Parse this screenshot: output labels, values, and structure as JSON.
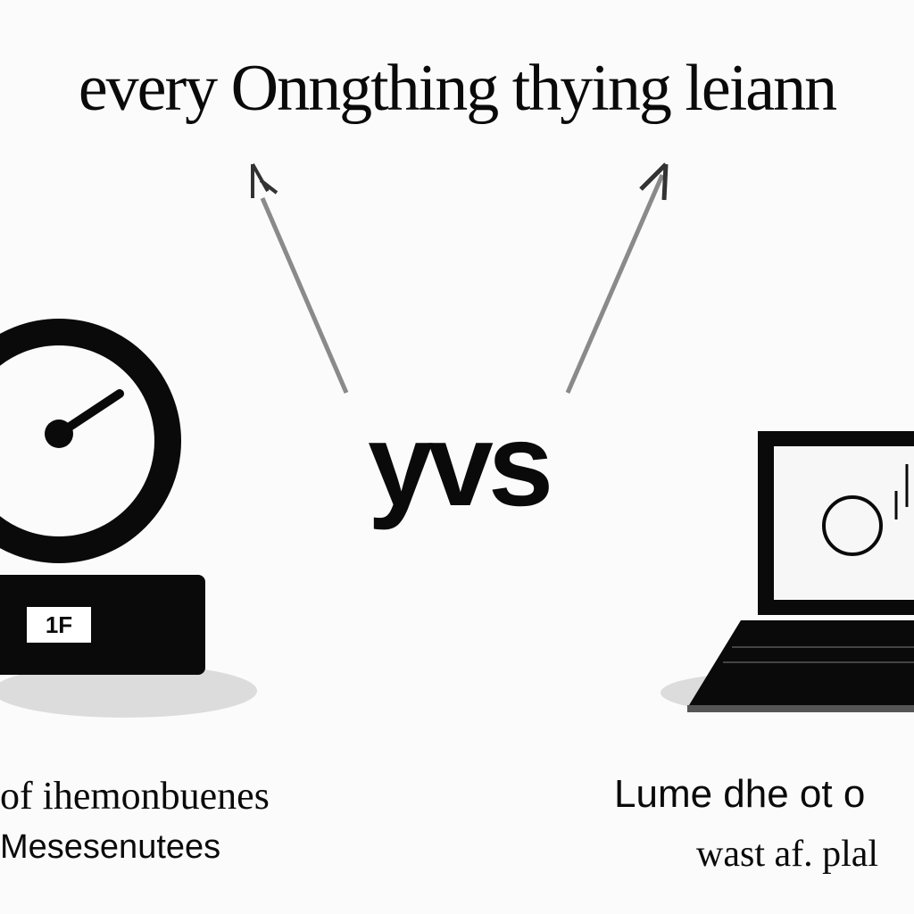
{
  "title": "every Onngthing thying leiann",
  "center_label": "yvs",
  "left_item": {
    "icon": "gauge-icon",
    "base_label": "1F",
    "caption_line1": "of ihemonbuenes",
    "caption_line2": "Mesesenutees"
  },
  "right_item": {
    "icon": "laptop-icon",
    "caption_line1": "Lume dhe ot o",
    "caption_line2": "wast af. plal"
  },
  "colors": {
    "background": "#fbfbfb",
    "ink": "#0a0a0a",
    "arrow": "#8a8a8a",
    "shadow": "#dcdcdc"
  }
}
